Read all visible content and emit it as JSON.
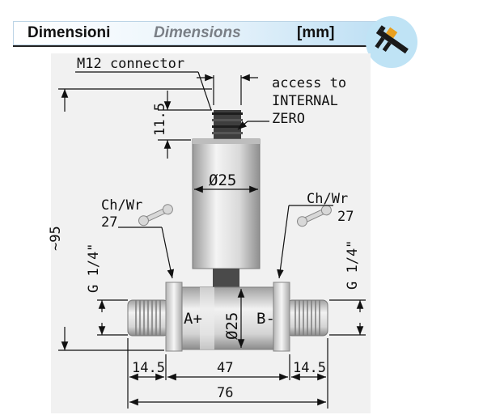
{
  "header": {
    "it": "Dimensioni",
    "en": "Dimensions",
    "unit": "[mm]"
  },
  "badge": {
    "icon": "caliper-icon",
    "color": "#bfe3f5"
  },
  "labels": {
    "connector": "M12 connector",
    "access_1": "access to",
    "access_2": "INTERNAL",
    "access_3": "ZERO",
    "wrench_left_1": "Ch/Wr",
    "wrench_left_2": "27",
    "wrench_right_1": "Ch/Wr",
    "wrench_right_2": "27",
    "thread_left": "G 1/4\"",
    "thread_right": "G 1/4\"",
    "port_a": "A+",
    "port_b": "B-"
  },
  "dimensions": {
    "height_cap": "11.5",
    "total_height": "~95",
    "body_diameter": "Ø25",
    "pipe_diameter": "Ø25",
    "left_fitting": "14.5",
    "center": "47",
    "right_fitting": "14.5",
    "overall": "76"
  }
}
